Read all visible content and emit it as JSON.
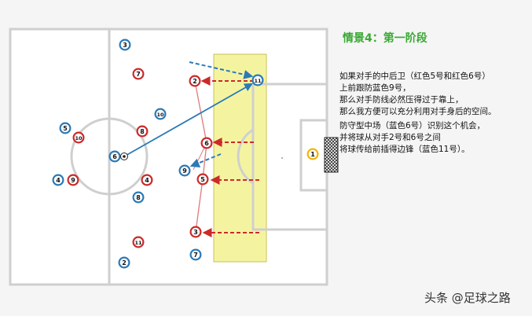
{
  "title": "情景4：第一阶段",
  "paragraph1": [
    "如果对手的中后卫（红色5号和红色6号）",
    "上前跟防蓝色9号，",
    "那么对手防线必然压得过于靠上，",
    "那么我方便可以充分利用对手身后的空间。"
  ],
  "paragraph2": [
    "防守型中场（蓝色6号）识别这个机会，",
    "并将球从对手2号和6号之间",
    "将球传给前插得边锋（蓝色11号）。"
  ],
  "watermark": "头条 @足球之路",
  "colors": {
    "blue": "#2a7ab8",
    "red": "#cc2a2a",
    "highlight": "#f4f4a0",
    "title": "#3aa935"
  },
  "players": {
    "blue": [
      "3",
      "10",
      "5",
      "6",
      "4",
      "8",
      "7",
      "2",
      "9",
      "11"
    ],
    "red": [
      "7",
      "8",
      "10",
      "9",
      "4",
      "11",
      "2",
      "6",
      "5",
      "3"
    ],
    "goalkeeper": "1"
  }
}
